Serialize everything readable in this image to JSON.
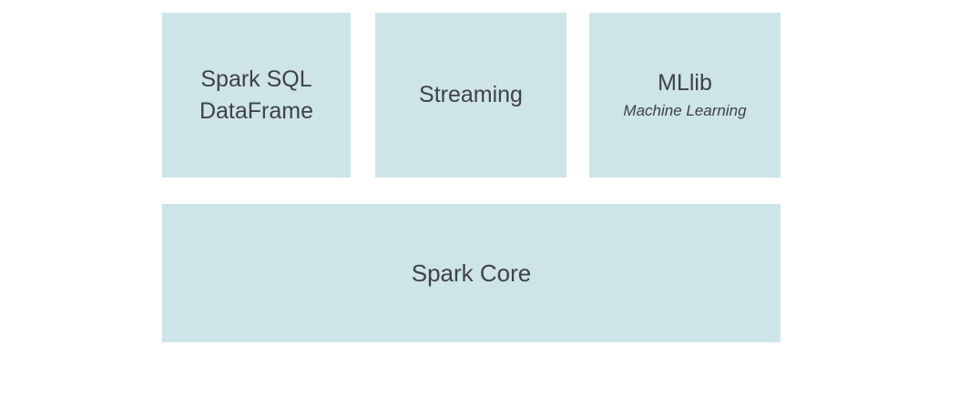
{
  "diagram": {
    "colors": {
      "background": "#ffffff",
      "box_fill": "#cde4e9",
      "text": "#3f4245"
    },
    "top_boxes": [
      {
        "line1": "Spark SQL",
        "line2": "DataFrame"
      },
      {
        "line1": "Streaming"
      },
      {
        "line1": "MLlib",
        "subtitle": "Machine Learning"
      }
    ],
    "bottom_box": {
      "label": "Spark Core"
    }
  }
}
